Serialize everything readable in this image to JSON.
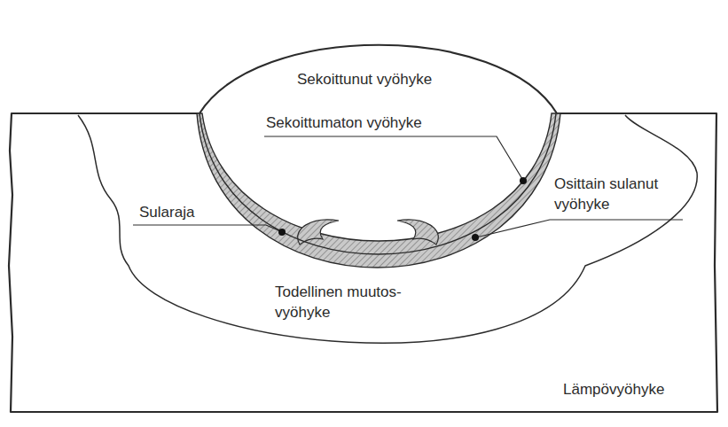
{
  "diagram": {
    "labels": [
      "Sekoittunut vyöhyke",
      "Sekoittumaton vyöhyke",
      "Sularaja",
      "Osittain sulanut vyöhyke",
      "Todellinen muutos- vyöhyke",
      "Lämpövyöhyke"
    ]
  }
}
